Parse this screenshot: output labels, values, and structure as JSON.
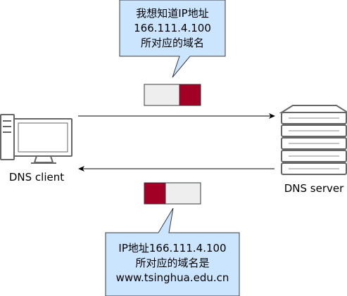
{
  "nodes": {
    "client": {
      "label": "DNS client"
    },
    "server": {
      "label": "DNS server"
    }
  },
  "callouts": {
    "query": {
      "lines": [
        "我想知道IP地址",
        "166.111.4.100",
        "所对应的域名"
      ]
    },
    "response": {
      "lines": [
        "IP地址166.111.4.100",
        "所对应的域名是",
        "www.tsinghua.edu.cn"
      ]
    }
  },
  "colors": {
    "callout_fill": "#cce5ff",
    "callout_stroke": "#36393d",
    "packet_light": "#eeeeee",
    "packet_dark": "#a20025",
    "arrow": "#000000",
    "icon_stroke": "#666666",
    "icon_fill": "#ffffff"
  },
  "icons": {
    "client": "desktop-computer-icon",
    "server": "server-rack-icon"
  }
}
